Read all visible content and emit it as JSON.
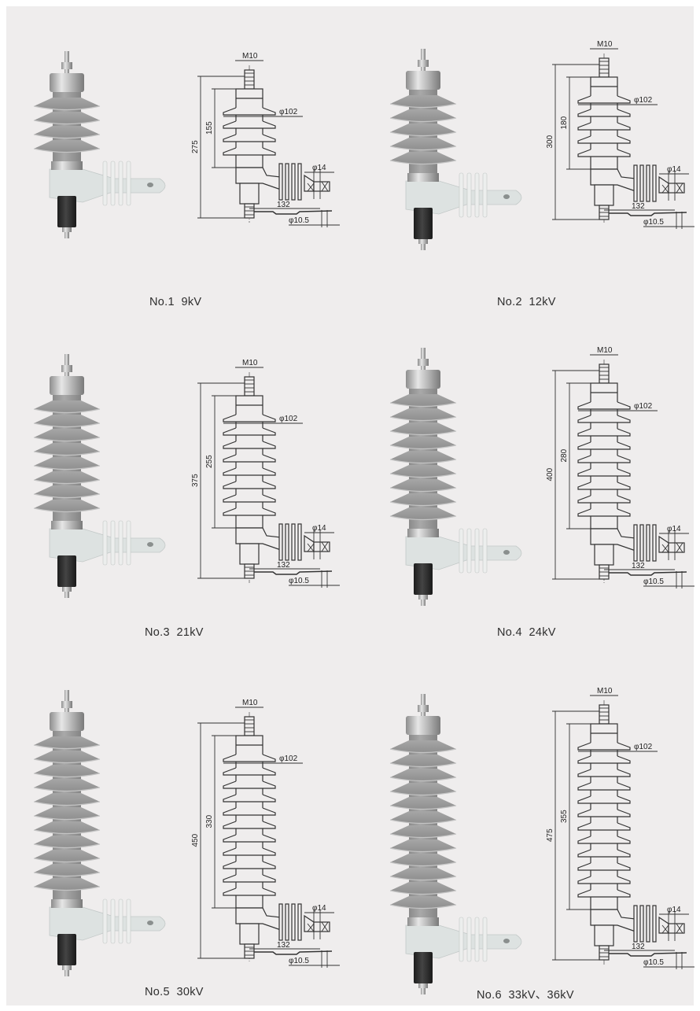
{
  "drawing_labels": {
    "thread": "M10",
    "shed_diameter": "φ102",
    "hole_diameter": "φ14",
    "bracket_length": "132",
    "strap_hole": "φ10.5"
  },
  "products": [
    {
      "caption": "No.1  9kV",
      "total_height": "275",
      "shed_section_height": "155",
      "sheds": 4
    },
    {
      "caption": "No.2  12kV",
      "total_height": "300",
      "shed_section_height": "180",
      "sheds": 5
    },
    {
      "caption": "No.3  21kV",
      "total_height": "375",
      "shed_section_height": "255",
      "sheds": 8
    },
    {
      "caption": "No.4  24kV",
      "total_height": "400",
      "shed_section_height": "280",
      "sheds": 9
    },
    {
      "caption": "No.5  30kV",
      "total_height": "450",
      "shed_section_height": "330",
      "sheds": 11
    },
    {
      "caption": "No.6  33kV、36kV",
      "total_height": "475",
      "shed_section_height": "355",
      "sheds": 12
    }
  ],
  "colors": {
    "background": "#efeded",
    "line": "#333333",
    "insulator": "#9b9b9b",
    "bracket": "#dde2e1",
    "terminal": "#2a2a2a"
  }
}
